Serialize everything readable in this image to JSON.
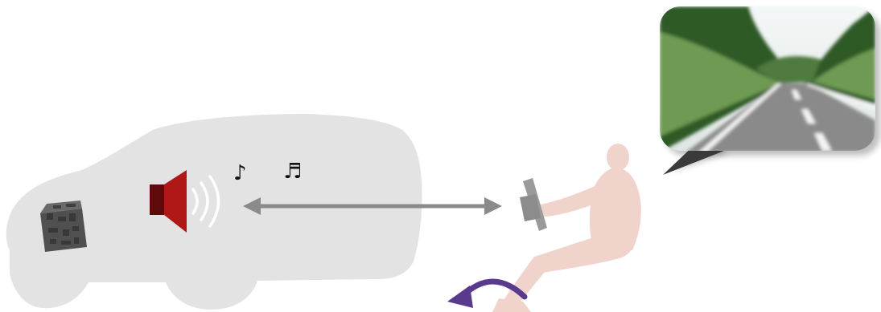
{
  "scene": {
    "colors": {
      "background": "#ffffff",
      "car_silhouette": "#e3e3e3",
      "speaker_body": "#b01818",
      "speaker_back": "#5e0a0a",
      "sound_waves": "#ffffff",
      "arrow": "#8a8a8a",
      "driver": "#f0d4cc",
      "steering_wheel": "#9a9a9a",
      "pedal_arrow": "#5a3a8c",
      "engine_block": "#505050",
      "road_sky": "#eef3f3",
      "foliage_dark": "#2f5a28",
      "foliage_light": "#6e9a52",
      "asphalt": "#8a8a8a",
      "lane_marking": "#f4f4f4"
    },
    "music_notes": {
      "left": "♪",
      "right": "♬"
    },
    "icons": [
      "car-silhouette",
      "engine-icon",
      "speaker-icon",
      "sound-wave-icon",
      "double-headed-arrow",
      "steering-wheel-icon",
      "driver-figure",
      "pedal-rotation-arrow",
      "road-view-speech-bubble"
    ]
  }
}
